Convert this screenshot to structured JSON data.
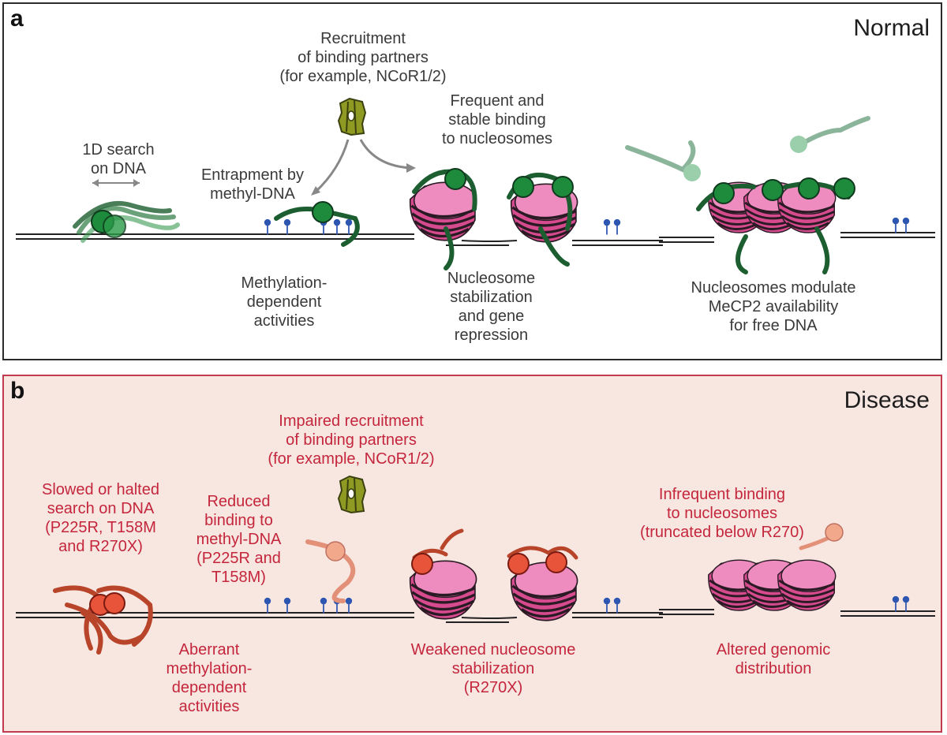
{
  "panel_a": {
    "letter": "a",
    "state": "Normal",
    "labels": {
      "search": "1D search\non DNA",
      "recruit": "Recruitment\nof binding partners\n(for example, NCoR1/2)",
      "entrap": "Entrapment by\nmethyl-DNA",
      "frequent": "Frequent and\nstable binding\nto nucleosomes",
      "methyl_act": "Methylation-\ndependent\nactivities",
      "stabilization": "Nucleosome\nstabilization\nand gene\nrepression",
      "modulate": "Nucleosomes modulate\nMeCP2 availability\nfor free DNA"
    }
  },
  "panel_b": {
    "letter": "b",
    "state": "Disease",
    "labels": {
      "recruit": "Impaired recruitment\nof binding partners\n(for example, NCoR1/2)",
      "slowed": "Slowed or halted\nsearch on DNA\n(P225R, T158M\nand R270X)",
      "reduced": "Reduced\nbinding to\nmethyl-DNA\n(P225R and\nT158M)",
      "infrequent": "Infrequent binding\nto nucleosomes\n(truncated below R270)",
      "aberrant": "Aberrant\nmethylation-\ndependent\nactivities",
      "weakened": "Weakened nucleosome\nstabilization\n(R270X)",
      "altered": "Altered genomic\ndistribution"
    }
  },
  "colors": {
    "normal_protein": "#1e8a3c",
    "normal_tail": "#1c5e30",
    "disease_protein": "#e8543a",
    "disease_tail": "#b8442a",
    "truncated_protein": "#f2a88a",
    "nucleosome": "#e0579a",
    "methyl": "#2d56b0",
    "partner": "#8f9a22",
    "disease_text": "#c4263c",
    "disease_bg": "#f8e6e1"
  }
}
